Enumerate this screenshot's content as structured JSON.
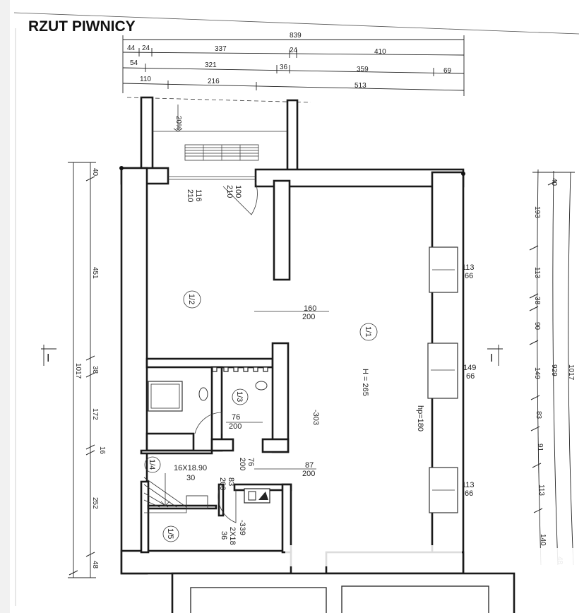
{
  "title": "RZUT PIWNICY",
  "dims_top": {
    "row1": [
      "839"
    ],
    "row2": [
      "44",
      "24",
      "337",
      "24",
      "410"
    ],
    "row3": [
      "54",
      "321",
      "36",
      "359",
      "69"
    ],
    "row4": [
      "110",
      "216",
      "513"
    ]
  },
  "dims_left": [
    "40",
    "451",
    "1017",
    "38",
    "172",
    "16",
    "252",
    "48"
  ],
  "dims_right": [
    "40",
    "193",
    "113",
    "38",
    "90",
    "149",
    "929",
    "1017",
    "83",
    "91",
    "113",
    "140",
    "48"
  ],
  "slope": "20%",
  "rooms": [
    "1/1",
    "1/2",
    "1/3",
    "1/4",
    "1/5"
  ],
  "openings": {
    "door_entry_a": [
      "116",
      "210"
    ],
    "door_entry_b": [
      "100",
      "210"
    ],
    "window_1": [
      "113",
      "66"
    ],
    "window_2": [
      "149",
      "66"
    ],
    "window_3": [
      "113",
      "66"
    ],
    "opening_center": [
      "160",
      "200"
    ],
    "door_bath": [
      "76",
      "200"
    ],
    "door_hall_v": [
      "76",
      "200"
    ],
    "door_hall_h": [
      "87",
      "200"
    ],
    "door_stair": [
      "83",
      "200"
    ]
  },
  "labels": {
    "height": "H = 265",
    "sill": "hp=180",
    "level_main": "-303",
    "level_low": "-339",
    "stairs_1": "16X18.90",
    "stairs_2": "30",
    "stairs_small_1": "2X18",
    "stairs_small_2": "36"
  },
  "section_marks": [
    "I",
    "I"
  ]
}
